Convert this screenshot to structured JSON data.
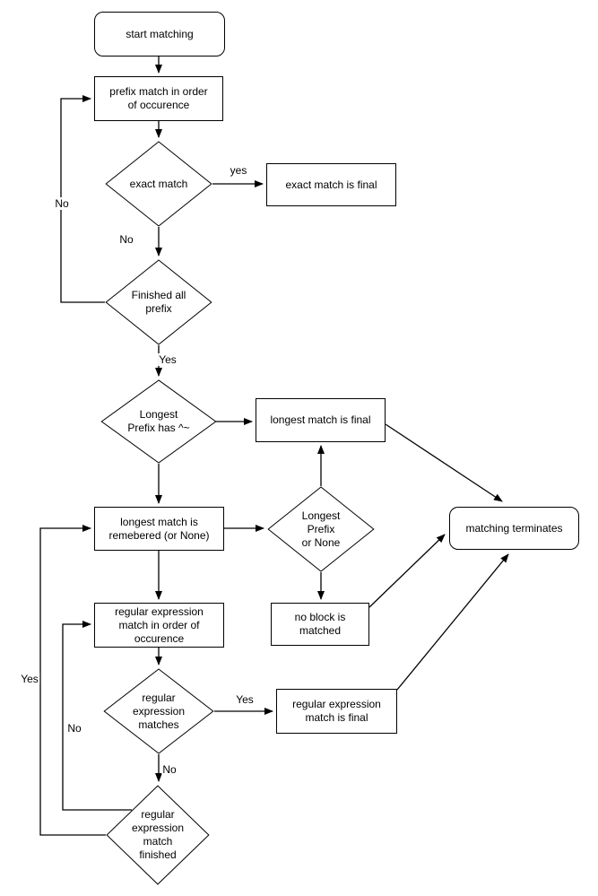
{
  "diagram": {
    "background_color": "#ffffff",
    "stroke_color": "#000000",
    "text_color": "#000000",
    "nodes": {
      "start": {
        "label": "start matching",
        "shape": "rounded"
      },
      "prefix_match": {
        "label": "prefix match in order\nof occurence",
        "shape": "rect"
      },
      "exact_match": {
        "label": "exact match",
        "shape": "diamond"
      },
      "exact_final": {
        "label": "exact match is final",
        "shape": "rect"
      },
      "finished_prefix": {
        "label": "Finished all\nprefix",
        "shape": "diamond"
      },
      "longest_has": {
        "label": "Longest\nPrefix has ^~",
        "shape": "diamond"
      },
      "longest_final": {
        "label": "longest match is final",
        "shape": "rect"
      },
      "longest_remembered": {
        "label": "longest match is\nremebered (or None)",
        "shape": "rect"
      },
      "longest_or_none": {
        "label": "Longest\nPrefix\nor None",
        "shape": "diamond"
      },
      "no_block": {
        "label": "no block is\nmatched",
        "shape": "rect"
      },
      "terminates": {
        "label": "matching terminates",
        "shape": "rounded"
      },
      "regex_order": {
        "label": "regular expression\nmatch in order of\noccurence",
        "shape": "rect"
      },
      "regex_matches": {
        "label": "regular\nexpression\nmatches",
        "shape": "diamond"
      },
      "regex_final": {
        "label": "regular expression\nmatch is final",
        "shape": "rect"
      },
      "regex_finished": {
        "label": "regular\nexpression\nmatch\nfinished",
        "shape": "diamond"
      }
    },
    "edge_labels": {
      "exact_yes": "yes",
      "exact_no": "No",
      "finished_loop_no": "No",
      "finished_yes": "Yes",
      "regex_yes": "Yes",
      "regex_no": "No",
      "finished_outer_yes": "Yes",
      "finished_inner_no": "No"
    }
  }
}
